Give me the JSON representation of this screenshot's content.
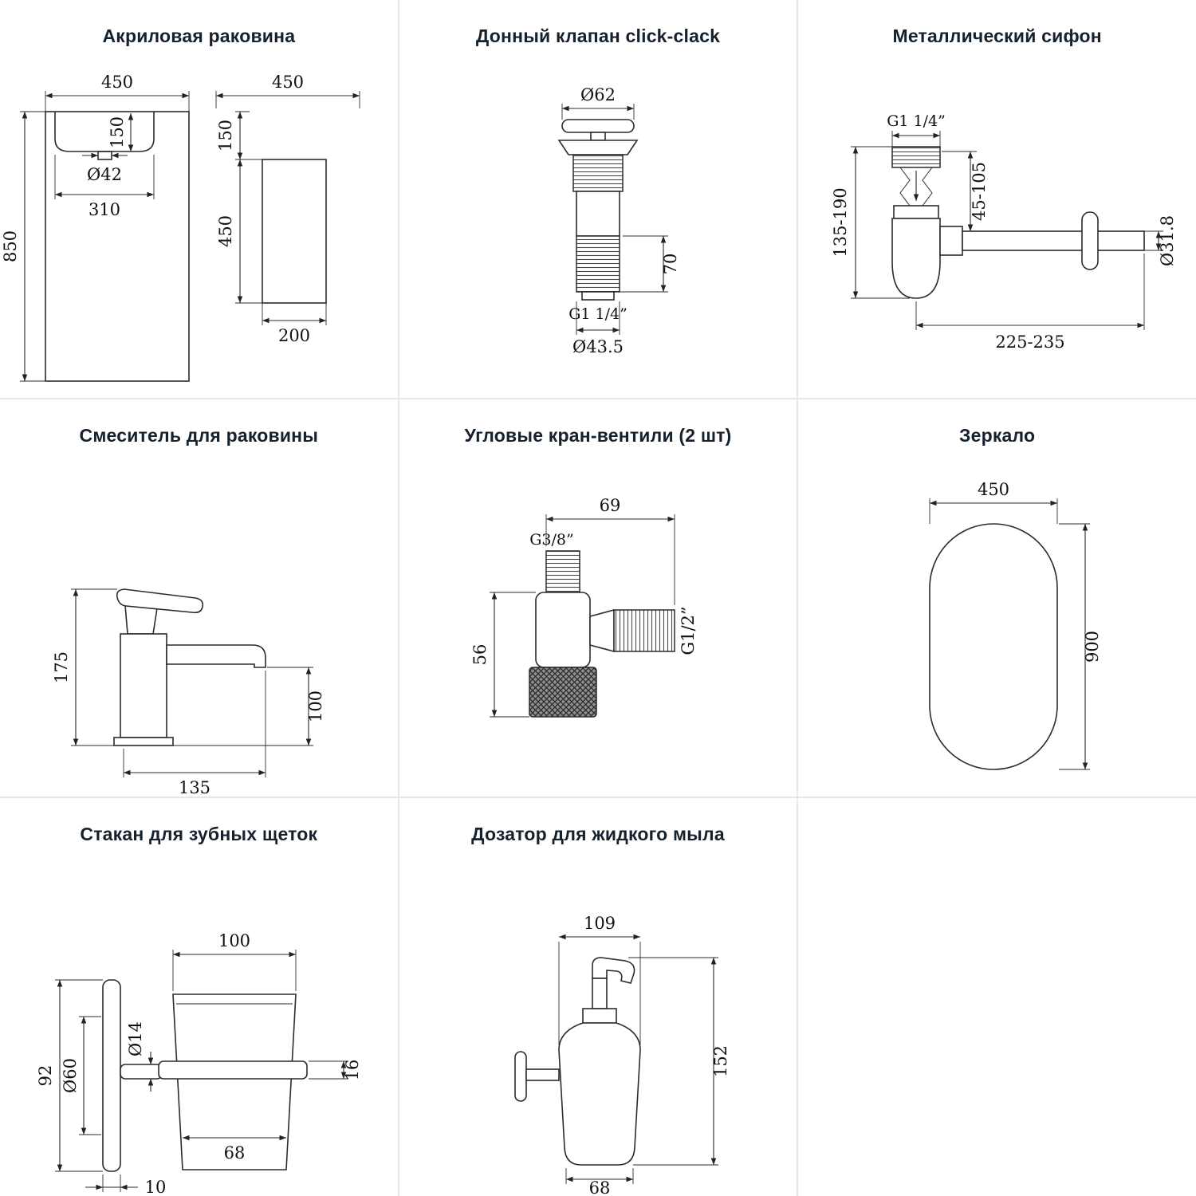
{
  "page": {
    "background": "#ffffff",
    "grid_line_color": "#e7e7e7",
    "line_color": "#2b2b2b"
  },
  "panels": [
    {
      "title": "Акриловая раковина",
      "labels": {
        "front_width": "450",
        "basin_depth": "150",
        "drain_diameter": "Ø42",
        "basin_width": "310",
        "height": "850",
        "side_width": "450",
        "side_top_offset": "150",
        "pedestal_height": "450",
        "pedestal_depth": "200"
      }
    },
    {
      "title": "Донный клапан click-clack",
      "labels": {
        "cap_diameter": "Ø62",
        "thread_length": "70",
        "thread_size": "G1 1/4”",
        "body_diameter": "Ø43.5"
      }
    },
    {
      "title": "Металлический сифон",
      "labels": {
        "inlet_thread": "G1 1/4”",
        "inlet_range": "45-105",
        "height_range": "135-190",
        "pipe_diameter": "Ø31.8",
        "length_range": "225-235"
      }
    },
    {
      "title": "Смеситель для раковины",
      "labels": {
        "total_height": "175",
        "spout_height": "100",
        "depth": "135"
      }
    },
    {
      "title": "Угловые кран-вентили (2 шт)",
      "labels": {
        "length": "69",
        "inlet_thread": "G3/8”",
        "outlet_thread": "G1/2”",
        "height": "56"
      }
    },
    {
      "title": "Зеркало",
      "labels": {
        "width": "450",
        "height": "900"
      }
    },
    {
      "title": "Стакан для зубных щеток",
      "labels": {
        "cup_width": "100",
        "stem_diameter": "Ø14",
        "plate_diameter": "Ø60",
        "height": "92",
        "ring_height": "16",
        "inner_width": "68",
        "plate_thickness": "10"
      }
    },
    {
      "title": "Дозатор для жидкого мыла",
      "labels": {
        "width": "109",
        "height": "152",
        "bottom_width": "68"
      }
    }
  ]
}
